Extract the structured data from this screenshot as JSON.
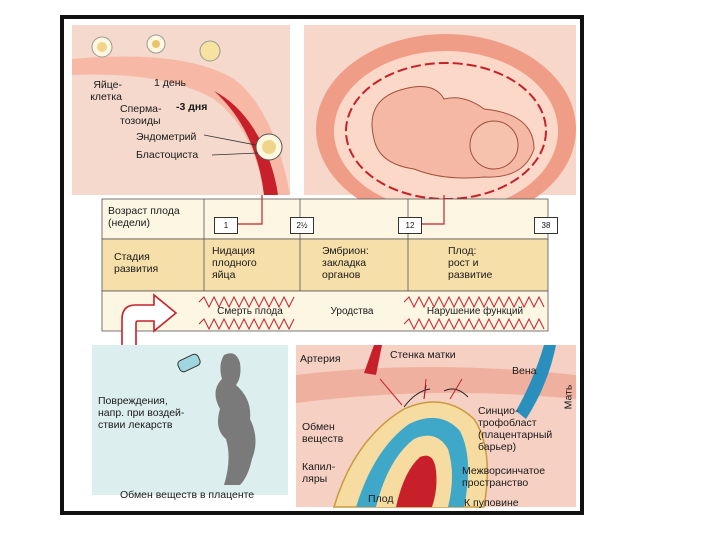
{
  "top_left": {
    "egg_label": "Яйце-\nклетка",
    "day1": "1 день",
    "sperm": "Сперма-\nтозоиды",
    "day3": "-3 дня",
    "endometrium": "Эндометрий",
    "blastocyst": "Бластоциста"
  },
  "table": {
    "age_label": "Возраст плода\n(недели)",
    "weeks": [
      "1",
      "2½",
      "12",
      "38"
    ],
    "stage_label": "Стадия\nразвития",
    "stages": [
      "Нидация\nплодного\nяйца",
      "Эмбрион:\nзакладка\nорганов",
      "Плод:\nрост и\nразвитие"
    ],
    "effects": [
      "Смерть плода",
      "Уродства",
      "Нарушение функций"
    ]
  },
  "bottom_left": {
    "damage": "Повреждения,\nнапр. при воздей-\nствии лекарств",
    "exchange": "Обмен веществ в плаценте"
  },
  "placenta": {
    "artery": "Артерия",
    "uterine_wall": "Стенка матки",
    "vein": "Вена",
    "mother": "Мать",
    "metabolism": "Обмен\nвеществ",
    "capillaries": "Капил-\nляры",
    "syncytio": "Синцио-\nтрофобласт\n(плацентарный\nбарьер)",
    "intervillous": "Межворсинчатое\nпространство",
    "fetus": "Плод",
    "umbilical": "К пуповине"
  }
}
